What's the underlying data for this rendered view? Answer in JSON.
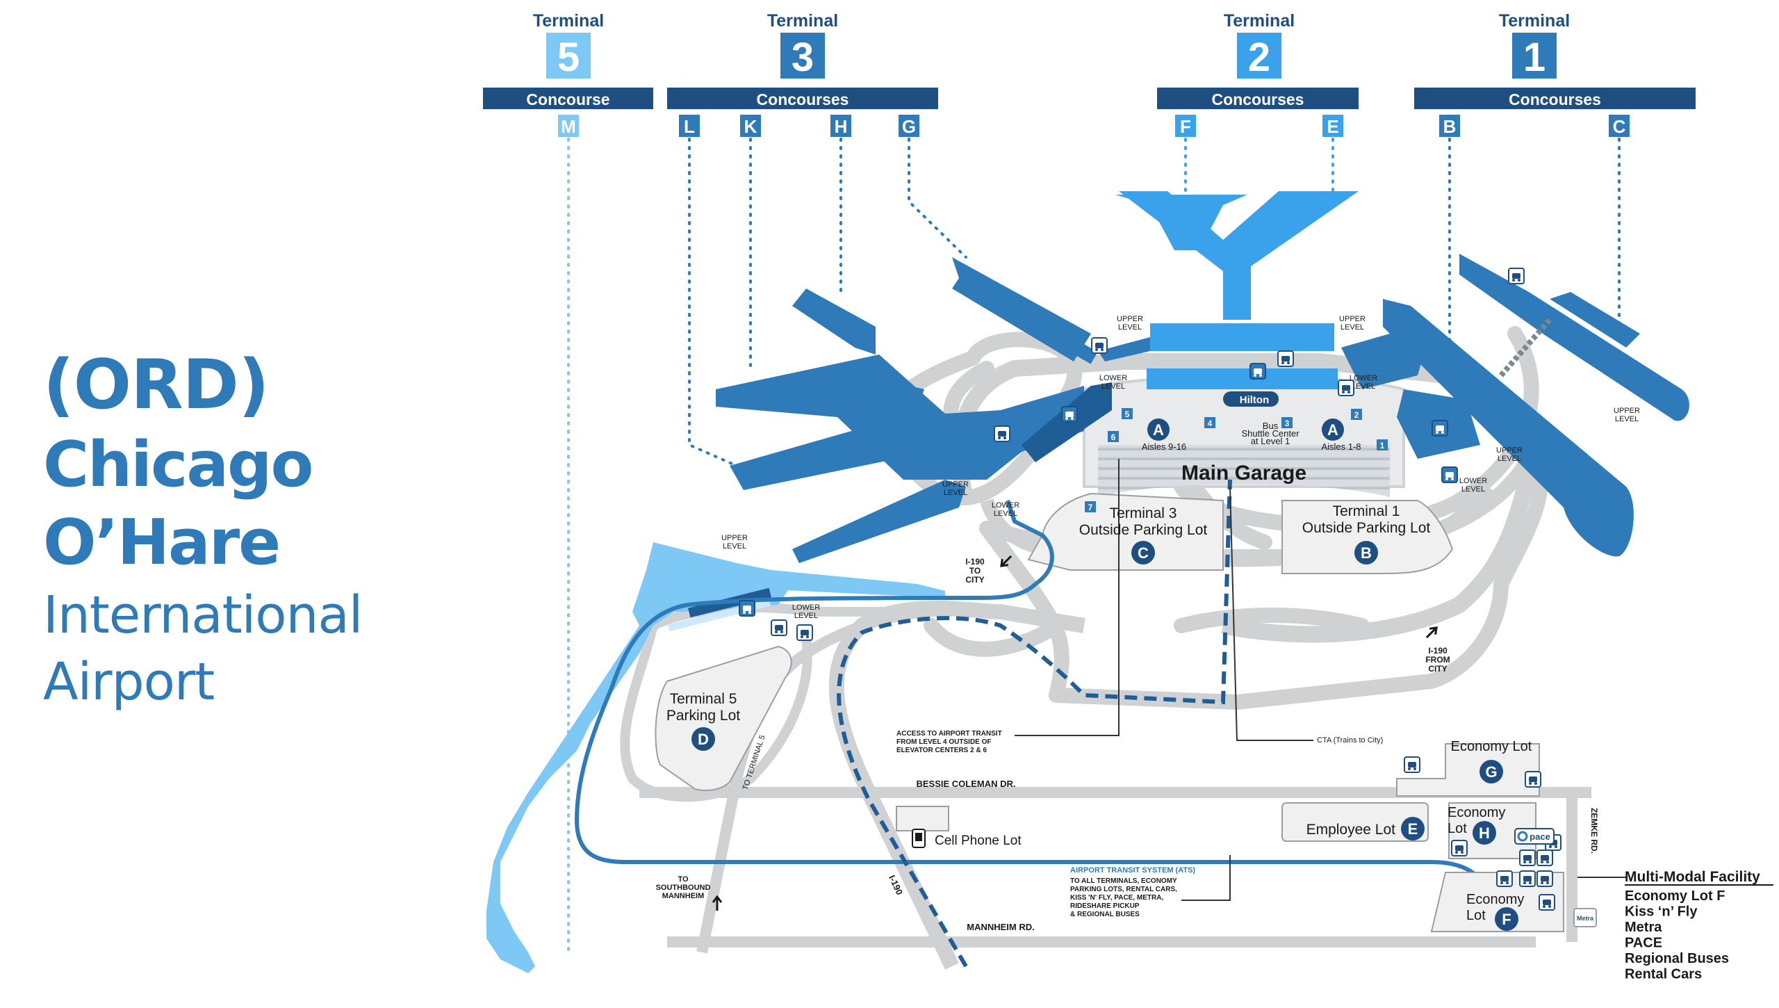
{
  "title": {
    "code": "(ORD)",
    "name": "Chicago O’Hare",
    "subtitle": "International Airport"
  },
  "terminals": [
    {
      "label": "Terminal",
      "number": "5",
      "concourse_label": "Concourse",
      "concourses": [
        "M"
      ],
      "color": "#7ec8f5"
    },
    {
      "label": "Terminal",
      "number": "3",
      "concourse_label": "Concourses",
      "concourses": [
        "L",
        "K",
        "H",
        "G"
      ],
      "color": "#2f7ab8"
    },
    {
      "label": "Terminal",
      "number": "2",
      "concourse_label": "Concourses",
      "concourses": [
        "F",
        "E"
      ],
      "color": "#3aa2ea"
    },
    {
      "label": "Terminal",
      "number": "1",
      "concourse_label": "Concourses",
      "concourses": [
        "B",
        "C"
      ],
      "color": "#2f7ab8"
    }
  ],
  "level_labels": {
    "upper": "UPPER\nLEVEL",
    "lower": "LOWER\nLEVEL"
  },
  "garage": {
    "name": "Main Garage",
    "hotel": "Hilton",
    "bus_shuttle": "Bus\nShuttle Center\nat Level 1",
    "aisles_left": "Aisles 9-16",
    "aisles_right": "Aisles 1-8",
    "letter": "A",
    "elevator_numbers": [
      "1",
      "2",
      "3",
      "4",
      "5",
      "6",
      "7"
    ]
  },
  "lots": [
    {
      "name": "Terminal 3\nOutside Parking Lot",
      "letter": "C"
    },
    {
      "name": "Terminal 1\nOutside Parking Lot",
      "letter": "B"
    },
    {
      "name": "Terminal 5\nParking Lot",
      "letter": "D"
    },
    {
      "name": "Economy Lot",
      "letter": "G"
    },
    {
      "name": "Employee Lot",
      "letter": "E"
    },
    {
      "name": "Economy\nLot",
      "letter": "H"
    },
    {
      "name": "Economy\nLot",
      "letter": "F"
    }
  ],
  "roads": {
    "i190_to_city": "I-190\nTO\nCITY",
    "i190_from_city": "I-190\nFROM\nCITY",
    "bessie": "BESSIE COLEMAN DR.",
    "mannheim": "MANNHEIM RD.",
    "zemke": "ZEMKE RD.",
    "to_t5": "TO TERMINAL 5",
    "i190": "I-190",
    "southbound": "TO\nSOUTHBOUND\nMANNHEIM"
  },
  "cell_phone_lot": "Cell Phone Lot",
  "callouts": {
    "access_transit": "ACCESS TO AIRPORT TRANSIT\nFROM LEVEL 4 OUTSIDE OF\nELEVATOR CENTERS 2 & 6",
    "cta": "CTA (Trains to City)",
    "ats_title": "AIRPORT TRANSIT SYSTEM (ATS)",
    "ats_body": "TO ALL TERMINALS, ECONOMY\nPARKING LOTS, RENTAL CARS,\nKISS 'N' FLY, PACE, METRA,\nRIDESHARE PICKUP\n& REGIONAL BUSES"
  },
  "multimodal": {
    "title": "Multi-Modal Facility",
    "items": [
      "Economy Lot F",
      "Kiss ‘n’ Fly",
      "Metra",
      "PACE",
      "Regional Buses",
      "Rental Cars"
    ]
  },
  "pace_logo": "pace",
  "metra_logo": "Metra",
  "colors": {
    "dark_blue": "#2f7ab8",
    "mid_blue": "#3aa2ea",
    "light_blue": "#7ec8f5",
    "header_bar": "#1e4f80",
    "road_gray": "#cfd1d3",
    "lot_fill": "#f0f0f0",
    "text_dark": "#1a1a1a"
  }
}
